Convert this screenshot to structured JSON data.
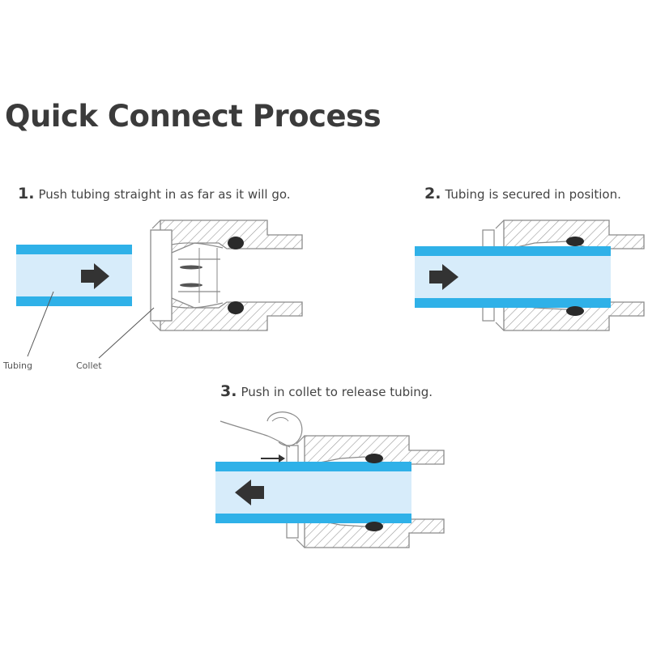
{
  "title": "Quick Connect Process",
  "steps": [
    {
      "number": "1.",
      "text": "Push tubing straight in as far as it will go."
    },
    {
      "number": "2.",
      "text": "Tubing is secured in position."
    },
    {
      "number": "3.",
      "text": "Push in collet to release tubing."
    }
  ],
  "labels": {
    "tubing": "Tubing",
    "collet": "Collet"
  },
  "colors": {
    "tube_edge": "#2fb1e8",
    "tube_fill": "#d7ecfa",
    "line": "#8a8a8a",
    "arrow": "#333333",
    "oring": "#2a2a2a",
    "hatch": "#9a9a9a"
  }
}
